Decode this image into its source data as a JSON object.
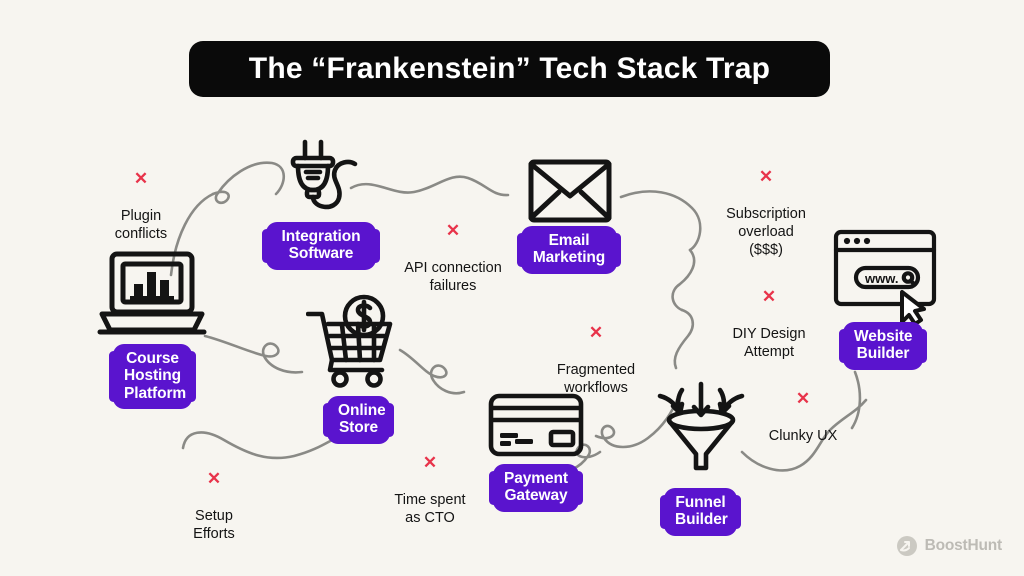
{
  "page": {
    "background_color": "#F7F5F0",
    "accent_purple": "#5A14CE",
    "x_mark_color": "#E8334A",
    "ink_color": "#141414",
    "connector_color": "#8A8A86"
  },
  "header": {
    "title": "The “Frankenstein” Tech Stack Trap",
    "title_bg": "#0A0A0A",
    "title_color": "#FFFFFF"
  },
  "nodes": [
    {
      "id": "course-hosting-platform",
      "icon": "laptop-chart-icon",
      "label": "Course\nHosting\nPlatform"
    },
    {
      "id": "integration-software",
      "icon": "power-plug-icon",
      "label": "Integration\nSoftware"
    },
    {
      "id": "email-marketing",
      "icon": "envelope-icon",
      "label": "Email\nMarketing"
    },
    {
      "id": "website-builder",
      "icon": "browser-window-icon",
      "label": "Website\nBuilder"
    },
    {
      "id": "online-store",
      "icon": "shopping-cart-dollar-icon",
      "label": "Online\nStore"
    },
    {
      "id": "payment-gateway",
      "icon": "credit-card-icon",
      "label": "Payment\nGateway"
    },
    {
      "id": "funnel-builder",
      "icon": "funnel-icon",
      "label": "Funnel\nBuilder"
    }
  ],
  "pain_points": [
    {
      "id": "plugin-conflicts",
      "mark": "✕",
      "text": "Plugin\nconflicts"
    },
    {
      "id": "api-connection-failures",
      "mark": "✕",
      "text": "API connection\nfailures"
    },
    {
      "id": "subscription-overload",
      "mark": "✕",
      "text": "Subscription\noverload\n($$$)"
    },
    {
      "id": "diy-design-attempt",
      "mark": "✕",
      "text": "DIY Design\nAttempt"
    },
    {
      "id": "fragmented-workflows",
      "mark": "✕",
      "text": "Fragmented\nworkflows"
    },
    {
      "id": "clunky-ux",
      "mark": "✕",
      "text": "Clunky UX"
    },
    {
      "id": "setup-efforts",
      "mark": "✕",
      "text": "Setup\nEfforts"
    },
    {
      "id": "time-spent-as-cto",
      "mark": "✕",
      "text": "Time spent\nas CTO"
    }
  ],
  "browser_icon": {
    "url_text": "www."
  },
  "watermark": {
    "name": "BoostHunt",
    "icon": "boosthunt-logo-icon"
  }
}
